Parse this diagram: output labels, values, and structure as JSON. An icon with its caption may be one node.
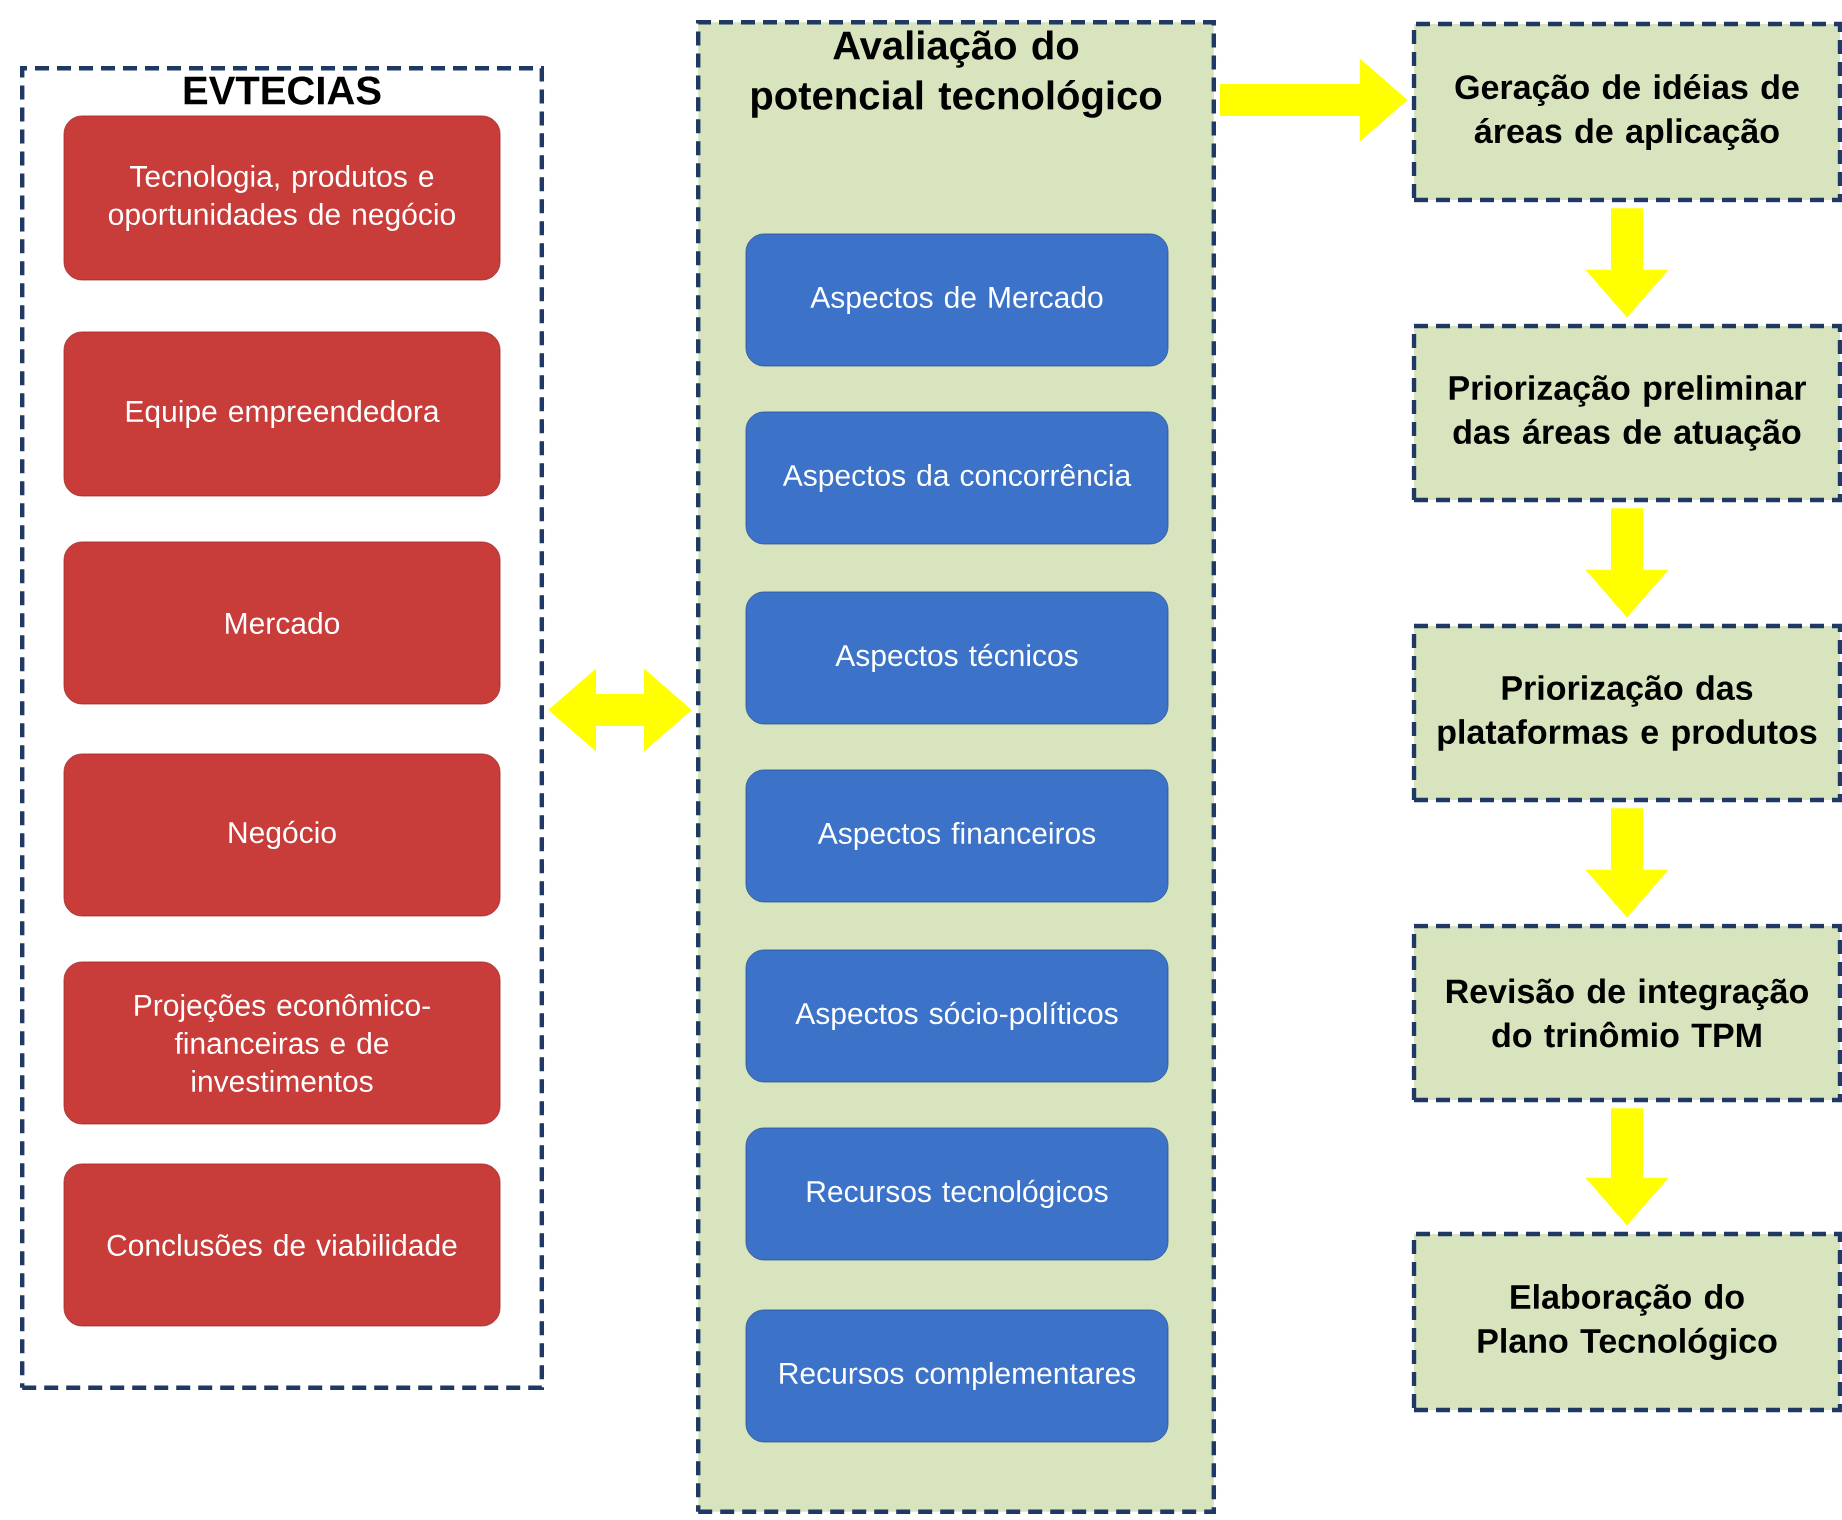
{
  "diagram": {
    "nodes": [
      {
        "text": [
          "EVTECIAS"
        ]
      },
      {
        "text": [
          "Tecnologia, produtos e oportunidades de negócio"
        ],
        "in": 0
      },
      {
        "text": [
          "Equipe empreendedora"
        ],
        "in": 0
      },
      {
        "text": [
          "Mercado"
        ],
        "in": 0
      },
      {
        "text": [
          "Negócio"
        ],
        "in": 0
      },
      {
        "text": [
          "Projeções econômico-financeiras e de investimentos"
        ],
        "in": 0
      },
      {
        "text": [
          "Conclusões de viabilidade"
        ],
        "in": 0
      },
      {
        "text": [
          "Avaliação do potencial tecnológico"
        ]
      },
      {
        "text": [
          "Aspectos de Mercado"
        ],
        "in": 7
      },
      {
        "text": [
          "Aspectos da concorrência"
        ],
        "in": 7
      },
      {
        "text": [
          "Aspectos técnicos"
        ],
        "in": 7
      },
      {
        "text": [
          "Aspectos financeiros"
        ],
        "in": 7
      },
      {
        "text": [
          "Aspectos sócio-políticos"
        ],
        "in": 7
      },
      {
        "text": [
          "Recursos tecnológicos"
        ],
        "in": 7
      },
      {
        "text": [
          "Recursos complementares"
        ],
        "in": 7
      },
      {
        "text": [
          "Geração de idéias de áreas de aplicação"
        ]
      },
      {
        "text": [
          "Priorização preliminar das áreas de atuação"
        ]
      },
      {
        "text": [
          "Priorização das plataformas e produtos"
        ]
      },
      {
        "text": [
          "Revisão de integração do trinômio TPM"
        ]
      },
      {
        "text": [
          "Elaboração do Plano Tecnológico"
        ]
      }
    ],
    "edges": [
      {
        "from": 0,
        "to": 7,
        "arrow": "both"
      },
      {
        "from": 7,
        "to": 15,
        "arrow": "to"
      },
      {
        "from": 15,
        "to": 16,
        "arrow": "to"
      },
      {
        "from": 16,
        "to": 17,
        "arrow": "to"
      },
      {
        "from": 17,
        "to": 18,
        "arrow": "to"
      },
      {
        "from": 18,
        "to": 19,
        "arrow": "to"
      }
    ]
  }
}
